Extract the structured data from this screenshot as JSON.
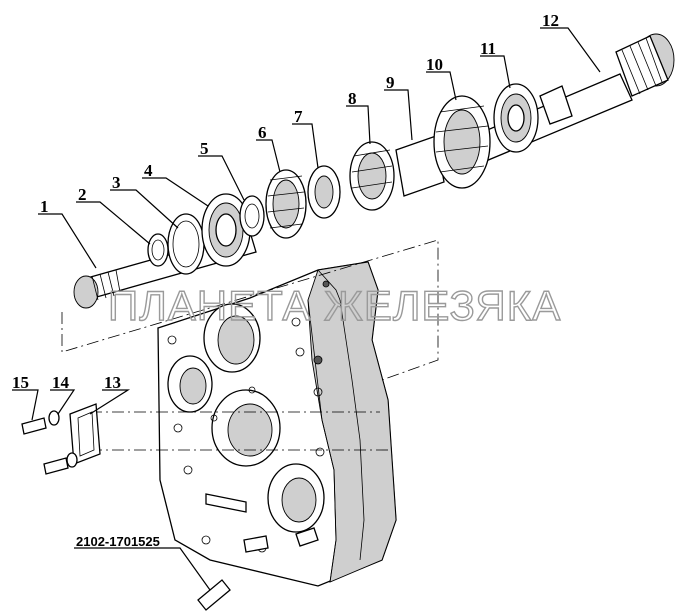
{
  "watermark": "ПЛАНЕТА ЖЕЛЕЗЯКА",
  "callouts": [
    "1",
    "2",
    "3",
    "4",
    "5",
    "6",
    "7",
    "8",
    "9",
    "10",
    "11",
    "12",
    "13",
    "14",
    "15"
  ],
  "part_number": "2102-1701525"
}
